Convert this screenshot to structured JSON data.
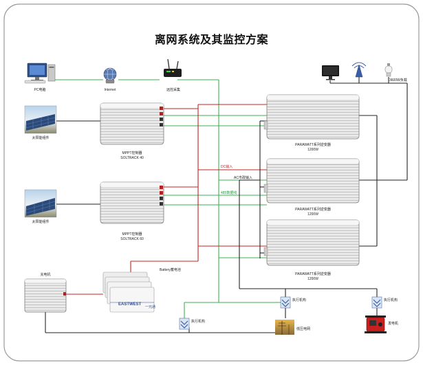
{
  "title": "离网系统及其监控方案",
  "labels": {
    "pc": "PC电脑",
    "internet": "Internet",
    "remote_monitor": "远控采集",
    "solar1": "太阳能组件",
    "solar2": "太阳能组件",
    "mppt1_line1": "MPPT控制器",
    "mppt1_line2": "SOLTRACK 40",
    "mppt2_line1": "MPPT控制器",
    "mppt2_line2": "SOLTRACK 60",
    "load": "3600W负载",
    "inv1_line1": "PARAWATT系列逆变器",
    "inv1_line2": "1200W",
    "inv2_line1": "PARAWATT系列逆变器",
    "inv2_line2": "1200W",
    "inv3_line1": "PARAWATT系列逆变器",
    "inv3_line2": "1200W",
    "dc_input": "DC输入",
    "ac_input": "AC市政输入",
    "rs485": "485数据线",
    "battery": "Battery蓄电池",
    "charger": "充电机",
    "actuator1": "执行机构",
    "actuator2": "执行机构",
    "actuator3": "执行机构",
    "grid": "低压电网",
    "generator": "发电机",
    "battery_brand": "EASTWEST",
    "battery_tag": "一元通"
  },
  "colors": {
    "dc_line": "#c8201e",
    "data_line": "#3fb04f",
    "ac_line": "#222222",
    "frame": "#9a9a9a"
  }
}
